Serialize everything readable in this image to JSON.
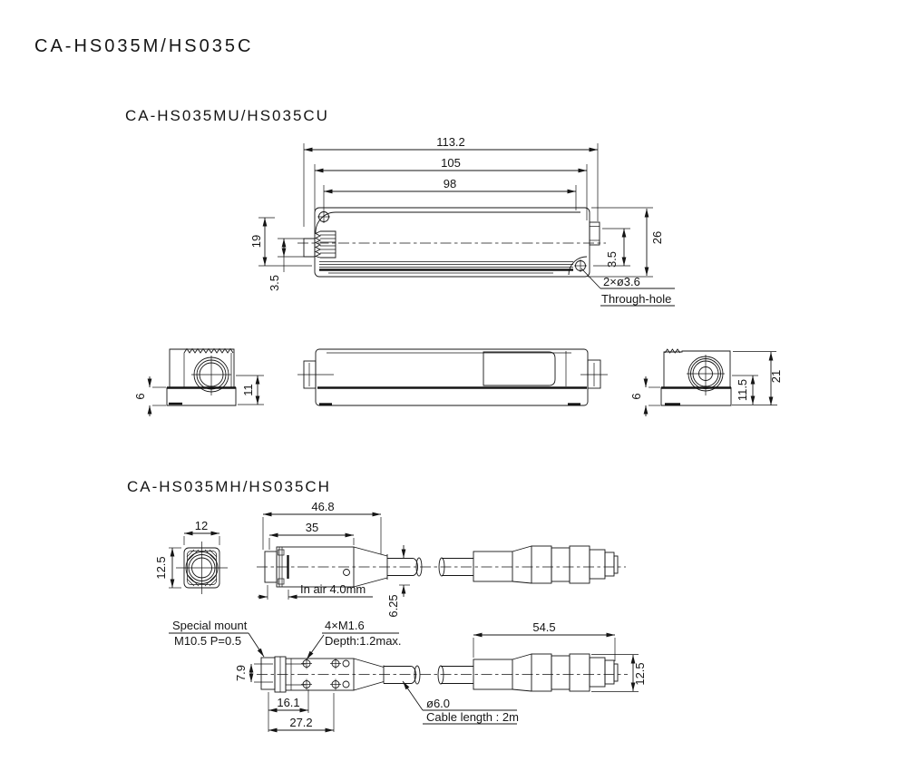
{
  "title": "CA-HS035M/HS035C",
  "sections": {
    "u": {
      "title": "CA-HS035MU/HS035CU",
      "dims": {
        "overall": "113.2",
        "mount": "105",
        "body": "98",
        "hole_pitch": "19",
        "offset_left": "3.5",
        "height": "26",
        "offset_right": "3.5",
        "hole": "2×ø3.6",
        "hole_note": "Through-hole",
        "base_left": "6",
        "lens_axis": "11",
        "base_right": "6",
        "connector_axis": "11.5",
        "height_side": "21"
      }
    },
    "h": {
      "title": "CA-HS035MH/HS035CH",
      "dims": {
        "head_w": "12",
        "head_h": "12.5",
        "head_len": "46.8",
        "body_len": "35",
        "focus": "In air 4.0mm",
        "cable_off": "6.25",
        "mount1": "Special mount",
        "mount2": "M10.5 P=0.5",
        "screw1": "4×M1.6",
        "screw2": "Depth:1.2max.",
        "flange": "7.9",
        "screw_pitch": "16.1",
        "mount_len": "27.2",
        "conn_len": "54.5",
        "conn_dia": "12.5",
        "cable_dia": "ø6.0",
        "cable_len": "Cable length : 2m"
      }
    }
  }
}
